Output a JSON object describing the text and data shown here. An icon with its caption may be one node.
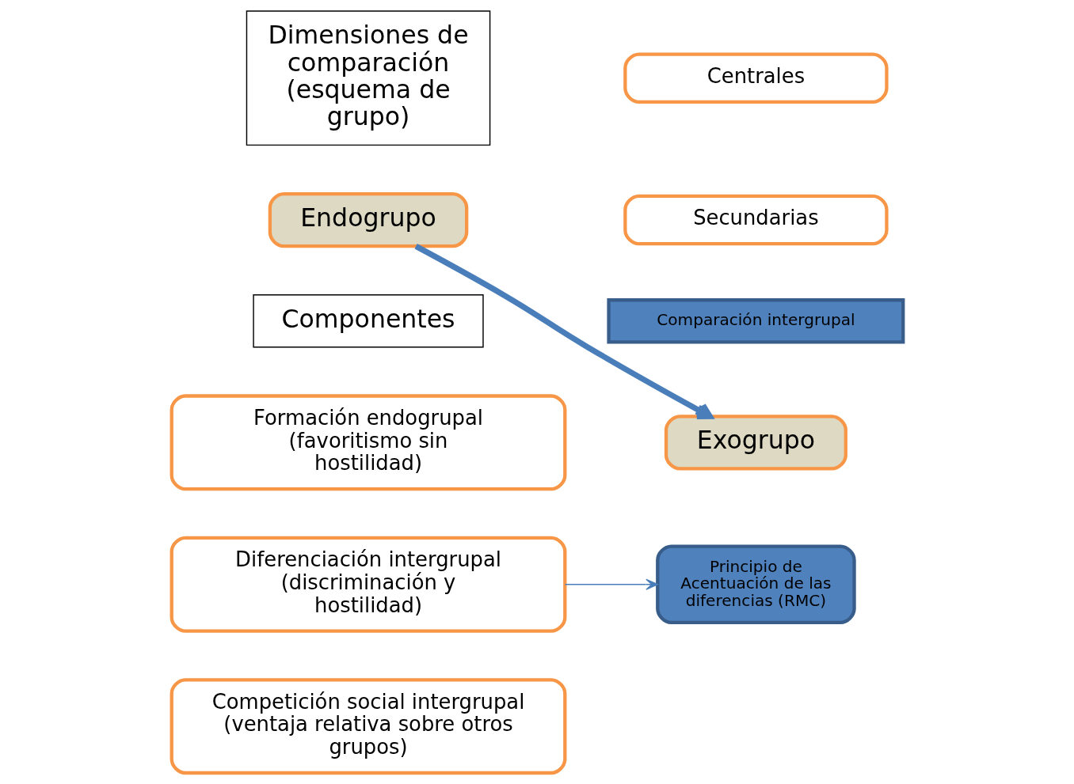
{
  "diagram": {
    "nodes": [
      {
        "text": [
          "Dimensiones de comparación (esquema de grupo)"
        ]
      },
      {
        "text": [
          "Centrales"
        ]
      },
      {
        "text": [
          "Secundarias"
        ]
      },
      {
        "text": [
          "Endogrupo"
        ]
      },
      {
        "text": [
          "Comparación intergrupal"
        ]
      },
      {
        "text": [
          "Componentes"
        ]
      },
      {
        "text": [
          "Formación endogrupal (favoritismo sin hostilidad)"
        ]
      },
      {
        "text": [
          "Exogrupo"
        ]
      },
      {
        "text": [
          "Diferenciación intergrupal (discriminación y hostilidad)"
        ]
      },
      {
        "text": [
          "Principio de Acentuación de las diferencias (RMC)"
        ]
      },
      {
        "text": [
          "Competición social intergrupal (ventaja relativa sobre otros grupos)"
        ]
      }
    ],
    "edges": [
      {
        "from": 3,
        "to": 7,
        "arrow": "to",
        "style": "thick"
      },
      {
        "from": 8,
        "to": 9,
        "arrow": "to"
      }
    ]
  }
}
